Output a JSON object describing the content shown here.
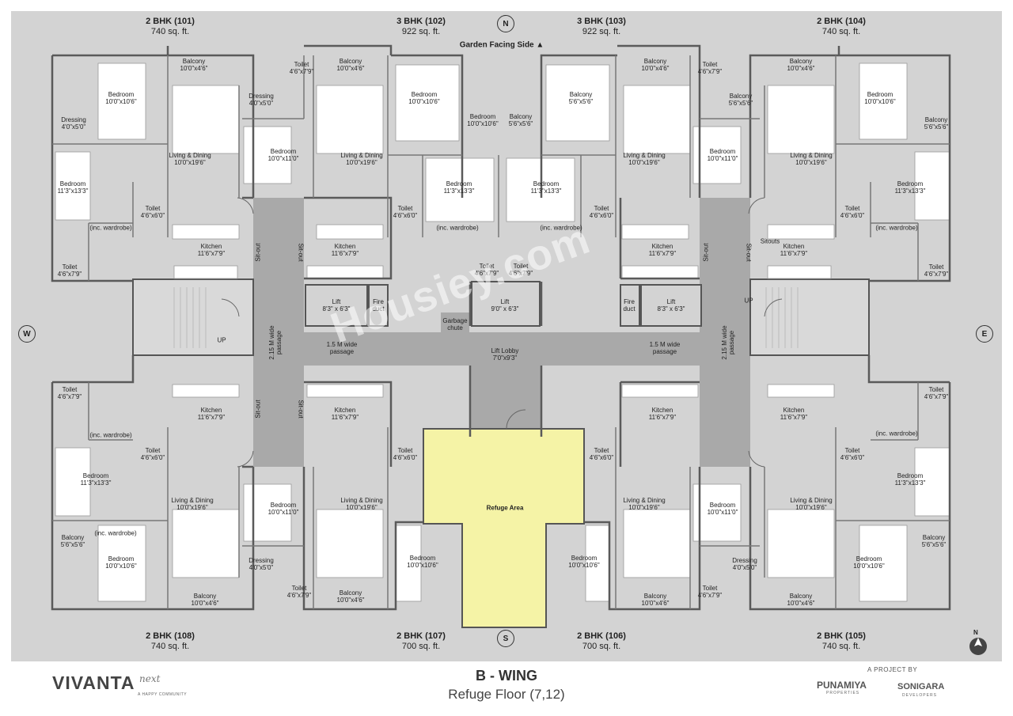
{
  "units": [
    {
      "name": "2 BHK (101)",
      "area": "740 sq. ft."
    },
    {
      "name": "3 BHK (102)",
      "area": "922 sq. ft."
    },
    {
      "name": "3 BHK (103)",
      "area": "922 sq. ft."
    },
    {
      "name": "2 BHK (104)",
      "area": "740 sq. ft."
    },
    {
      "name": "2 BHK (108)",
      "area": "740 sq. ft."
    },
    {
      "name": "2 BHK (107)",
      "area": "700 sq. ft."
    },
    {
      "name": "2 BHK (106)",
      "area": "700 sq. ft."
    },
    {
      "name": "2 BHK (105)",
      "area": "740 sq. ft."
    }
  ],
  "compass": {
    "n": "N",
    "s": "S",
    "w": "W",
    "e": "E",
    "north_arrow": "N"
  },
  "garden_side": "Garden Facing Side ▲",
  "rooms": [
    {
      "t": "Balcony",
      "d": "10'0\"x4'6\""
    },
    {
      "t": "Toilet",
      "d": "4'6\"x7'9\""
    },
    {
      "t": "Balcony",
      "d": "10'0\"x4'6\""
    },
    {
      "t": "Balcony",
      "d": "10'0\"x4'6\""
    },
    {
      "t": "Toilet",
      "d": "4'6\"x7'9\""
    },
    {
      "t": "Balcony",
      "d": "10'0\"x4'6\""
    },
    {
      "t": "Bedroom",
      "d": "10'0\"x10'6\""
    },
    {
      "t": "Dressing",
      "d": "4'0\"x5'0\""
    },
    {
      "t": "Bedroom",
      "d": "10'0\"x10'6\""
    },
    {
      "t": "Balcony",
      "d": "5'6\"x5'6\""
    },
    {
      "t": "Balcony",
      "d": "5'6\"x5'6\""
    },
    {
      "t": "Bedroom",
      "d": "10'0\"x10'6\""
    },
    {
      "t": "Dressing",
      "d": "4'0\"x5'0\""
    },
    {
      "t": "Bedroom",
      "d": "10'0\"x10'6\""
    },
    {
      "t": "Balcony",
      "d": "5'6\"x5'6\""
    },
    {
      "t": "Balcony",
      "d": "5'6\"x5'6\""
    },
    {
      "t": "Bedroom",
      "d": "10'0\"x11'0\""
    },
    {
      "t": "Bedroom",
      "d": "10'0\"x11'0\""
    },
    {
      "t": "Living & Dining",
      "d": "10'0\"x19'6\""
    },
    {
      "t": "Living & Dining",
      "d": "10'0\"x19'6\""
    },
    {
      "t": "Living & Dining",
      "d": "10'0\"x19'6\""
    },
    {
      "t": "Living & Dining",
      "d": "10'0\"x19'6\""
    },
    {
      "t": "Bedroom",
      "d": "11'3\"x13'3\""
    },
    {
      "t": "Bedroom",
      "d": "11'3\"x13'3\""
    },
    {
      "t": "Bedroom",
      "d": "11'3\"x13'3\""
    },
    {
      "t": "Bedroom",
      "d": "11'3\"x13'3\""
    },
    {
      "t": "Toilet",
      "d": "4'6\"x6'0\""
    },
    {
      "t": "Toilet",
      "d": "4'6\"x6'0\""
    },
    {
      "t": "Toilet",
      "d": "4'6\"x6'0\""
    },
    {
      "t": "Toilet",
      "d": "4'6\"x6'0\""
    },
    {
      "t": "(inc. wardrobe)",
      "d": ""
    },
    {
      "t": "(inc. wardrobe)",
      "d": ""
    },
    {
      "t": "(inc. wardrobe)",
      "d": ""
    },
    {
      "t": "(inc. wardrobe)",
      "d": ""
    },
    {
      "t": "Kitchen",
      "d": "11'6\"x7'9\""
    },
    {
      "t": "Kitchen",
      "d": "11'6\"x7'9\""
    },
    {
      "t": "Kitchen",
      "d": "11'6\"x7'9\""
    },
    {
      "t": "Kitchen",
      "d": "11'6\"x7'9\""
    },
    {
      "t": "Sitouts",
      "d": ""
    },
    {
      "t": "Toilet",
      "d": "4'6\"x7'9\""
    },
    {
      "t": "Toilet",
      "d": "4'6\"x7'9\""
    },
    {
      "t": "Toilet",
      "d": "4'6\"x7'9\""
    },
    {
      "t": "Toilet",
      "d": "4'6\"x7'9\""
    },
    {
      "t": "Lift",
      "d": "8'3\" x 6'3\""
    },
    {
      "t": "Fire",
      "d": "duct"
    },
    {
      "t": "Lift",
      "d": "9'0\" x 6'3\""
    },
    {
      "t": "Fire",
      "d": "duct"
    },
    {
      "t": "Lift",
      "d": "8'3\" x 6'3\""
    },
    {
      "t": "Garbage",
      "d": "chute"
    },
    {
      "t": "UP",
      "d": ""
    },
    {
      "t": "UP",
      "d": ""
    },
    {
      "t": "1.5 M wide",
      "d": "passage"
    },
    {
      "t": "1.5 M wide",
      "d": "passage"
    },
    {
      "t": "Lift Lobby",
      "d": "7'0\"x9'3\""
    },
    {
      "t": "Toilet",
      "d": "4'6\"x7'9\""
    },
    {
      "t": "Toilet",
      "d": "4'6\"x6'0\""
    },
    {
      "t": "Toilet",
      "d": "4'6\"x6'0\""
    },
    {
      "t": "Toilet",
      "d": "4'6\"x6'0\""
    },
    {
      "t": "Toilet",
      "d": "4'6\"x6'0\""
    },
    {
      "t": "Toilet",
      "d": "4'6\"x7'9\""
    },
    {
      "t": "Kitchen",
      "d": "11'6\"x7'9\""
    },
    {
      "t": "Kitchen",
      "d": "11'6\"x7'9\""
    },
    {
      "t": "Kitchen",
      "d": "11'6\"x7'9\""
    },
    {
      "t": "Kitchen",
      "d": "11'6\"x7'9\""
    },
    {
      "t": "(inc. wardrobe)",
      "d": ""
    },
    {
      "t": "(inc. wardrobe)",
      "d": ""
    },
    {
      "t": "(inc. wardrobe)",
      "d": ""
    },
    {
      "t": "Bedroom",
      "d": "11'3\"x13'3\""
    },
    {
      "t": "Bedroom",
      "d": "11'3\"x13'3\""
    },
    {
      "t": "Living & Dining",
      "d": "10'0\"x19'6\""
    },
    {
      "t": "Living & Dining",
      "d": "10'0\"x19'6\""
    },
    {
      "t": "Living & Dining",
      "d": "10'0\"x19'6\""
    },
    {
      "t": "Living & Dining",
      "d": "10'0\"x19'6\""
    },
    {
      "t": "Bedroom",
      "d": "10'0\"x11'0\""
    },
    {
      "t": "Bedroom",
      "d": "10'0\"x11'0\""
    },
    {
      "t": "Refuge Area",
      "d": ""
    },
    {
      "t": "Balcony",
      "d": "5'6\"x5'6\""
    },
    {
      "t": "Balcony",
      "d": "5'6\"x5'6\""
    },
    {
      "t": "Bedroom",
      "d": "10'0\"x10'6\""
    },
    {
      "t": "Bedroom",
      "d": "10'0\"x10'6\""
    },
    {
      "t": "Bedroom",
      "d": "10'0\"x10'6\""
    },
    {
      "t": "Bedroom",
      "d": "10'0\"x10'6\""
    },
    {
      "t": "Dressing",
      "d": "4'0\"x5'0\""
    },
    {
      "t": "Dressing",
      "d": "4'0\"x5'0\""
    },
    {
      "t": "Toilet",
      "d": "4'6\"x7'9\""
    },
    {
      "t": "Toilet",
      "d": "4'6\"x7'9\""
    },
    {
      "t": "Balcony",
      "d": "10'0\"x4'6\""
    },
    {
      "t": "Balcony",
      "d": "10'0\"x4'6\""
    },
    {
      "t": "Balcony",
      "d": "10'0\"x4'6\""
    },
    {
      "t": "Balcony",
      "d": "10'0\"x4'6\""
    }
  ],
  "sit_out_labels": [
    "Sit-out",
    "Sit-out",
    "Sit-out",
    "Sit-out",
    "Sit-out",
    "Sit-out"
  ],
  "passage_labels": [
    {
      "t": "2.15 M wide",
      "d": "passage"
    },
    {
      "t": "2.15 M wide",
      "d": "passage"
    }
  ],
  "title": {
    "wing": "B - WING",
    "floor": "Refuge Floor (7,12)"
  },
  "branding": {
    "project": "VIVANTA",
    "project_suffix": "next",
    "tagline": "A HAPPY COMMUNITY",
    "a_project_by": "A PROJECT BY",
    "developer1": "PUNAMIYA",
    "developer1_sub": "PROPERTIES",
    "developer2": "SONIGARA",
    "developer2_sub": "DEVELOPERS"
  },
  "watermark": "Housiey.com",
  "colors": {
    "plan_bg": "#d3d3d3",
    "room_white": "#ffffff",
    "corridor": "#a9a9a9",
    "refuge": "#f5f3a6",
    "wall": "#555555"
  }
}
